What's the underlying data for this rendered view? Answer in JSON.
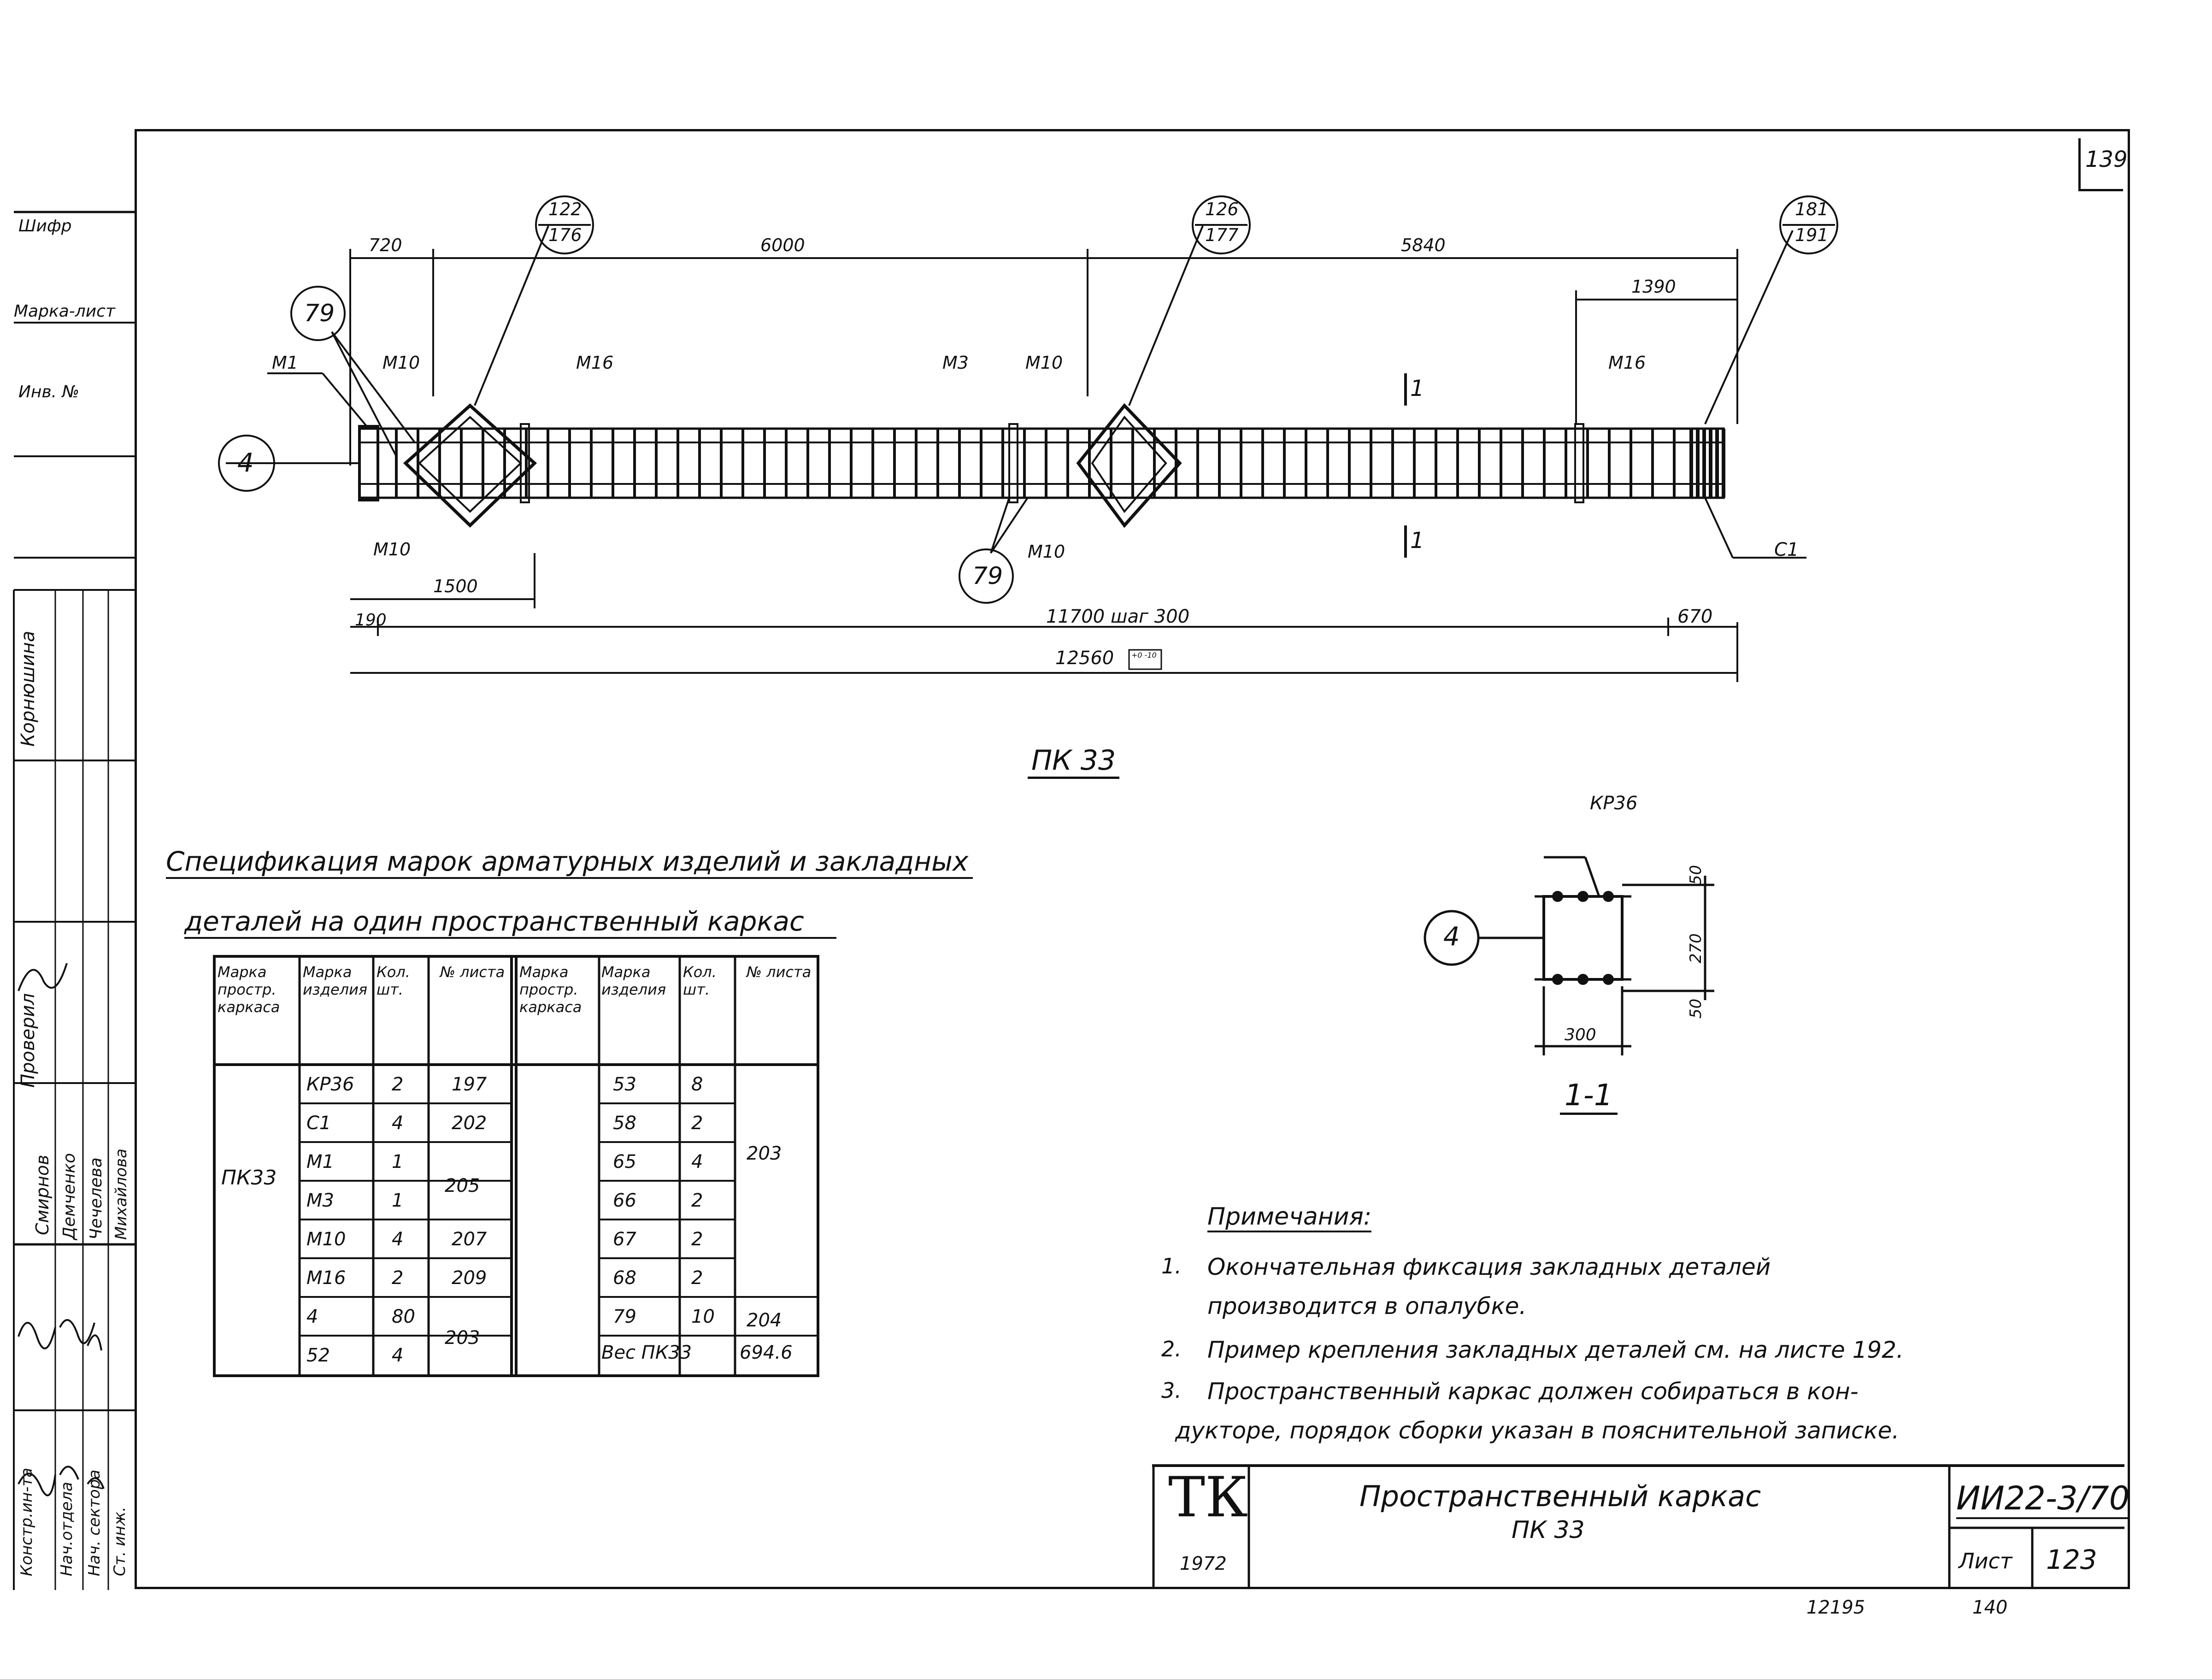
{
  "sheet_corner_number": "139",
  "left_stamp": {
    "fields": [
      "Шифр",
      "Марка-лист",
      "Инв. №"
    ],
    "approvals_top": [
      "Корнюшина",
      "Проверил"
    ],
    "roles": [
      "Констр.ин-та",
      "Нач.отдела",
      "Нач. сектора",
      "Ст. инж."
    ],
    "names": [
      "Смирнов",
      "Демченко",
      "Чечелева",
      "Михайлова"
    ]
  },
  "drawing": {
    "dims_top": [
      "720",
      "6000",
      "5840",
      "1390"
    ],
    "dims_bottom": [
      "1500",
      "190",
      "11700  шаг 300",
      "670",
      "12560"
    ],
    "tolerance": "+0 -10",
    "callouts": [
      {
        "top": "122",
        "bottom": "176"
      },
      {
        "top": "126",
        "bottom": "177"
      },
      {
        "top": "181",
        "bottom": "191"
      }
    ],
    "labels": {
      "m1": "М1",
      "m10": "М10",
      "m16": "М16",
      "m3": "М3",
      "c1": "С1",
      "kr36": "КР36",
      "section_mark": "1",
      "pos4": "4",
      "pos79": "79"
    },
    "caption": "ПК 33"
  },
  "section": {
    "title": "1-1",
    "dims": [
      "50",
      "270",
      "50",
      "300"
    ]
  },
  "spec": {
    "title_line1": "Спецификация марок арматурных изделий и закладных",
    "title_line2": "деталей на один пространственный каркас",
    "headers": [
      "Марка простр. каркаса",
      "Марка изделия",
      "Кол. шт.",
      "№ листа",
      "Марка простр. каркаса",
      "Марка изделия",
      "Кол. шт.",
      "№ листа"
    ],
    "karkas": "ПК33",
    "left_rows": [
      [
        "КР36",
        "2",
        "197"
      ],
      [
        "С1",
        "4",
        "202"
      ],
      [
        "М1",
        "1",
        ""
      ],
      [
        "М3",
        "1",
        ""
      ],
      [
        "М10",
        "4",
        "207"
      ],
      [
        "М16",
        "2",
        "209"
      ],
      [
        "4",
        "80",
        ""
      ],
      [
        "52",
        "4",
        ""
      ]
    ],
    "left_merged": [
      "205",
      "203"
    ],
    "right_rows": [
      [
        "53",
        "8"
      ],
      [
        "58",
        "2"
      ],
      [
        "65",
        "4"
      ],
      [
        "66",
        "2"
      ],
      [
        "67",
        "2"
      ],
      [
        "68",
        "2"
      ],
      [
        "79",
        "10"
      ]
    ],
    "right_merged": "203",
    "right_last": "204",
    "weight_label": "Вес ПК33",
    "weight": "694.6"
  },
  "notes": {
    "title": "Примечания:",
    "items": [
      {
        "num": "1.",
        "lines": [
          "Окончательная фиксация закладных деталей",
          "производится в опалубке."
        ]
      },
      {
        "num": "2.",
        "lines": [
          "Пример крепления закладных деталей см. на листе 192."
        ]
      },
      {
        "num": "3.",
        "lines": [
          "Пространственный каркас должен собираться в кон-",
          "дукторе, порядок сборки указан в пояснительной записке."
        ]
      }
    ]
  },
  "title_block": {
    "logo": "ТК",
    "year": "1972",
    "title": "Пространственный каркас",
    "subtitle": "ПК 33",
    "code": "ИИ22-3/70",
    "sheet_label": "Лист",
    "sheet_no": "123"
  },
  "footer": {
    "left": "12195",
    "right": "140"
  }
}
